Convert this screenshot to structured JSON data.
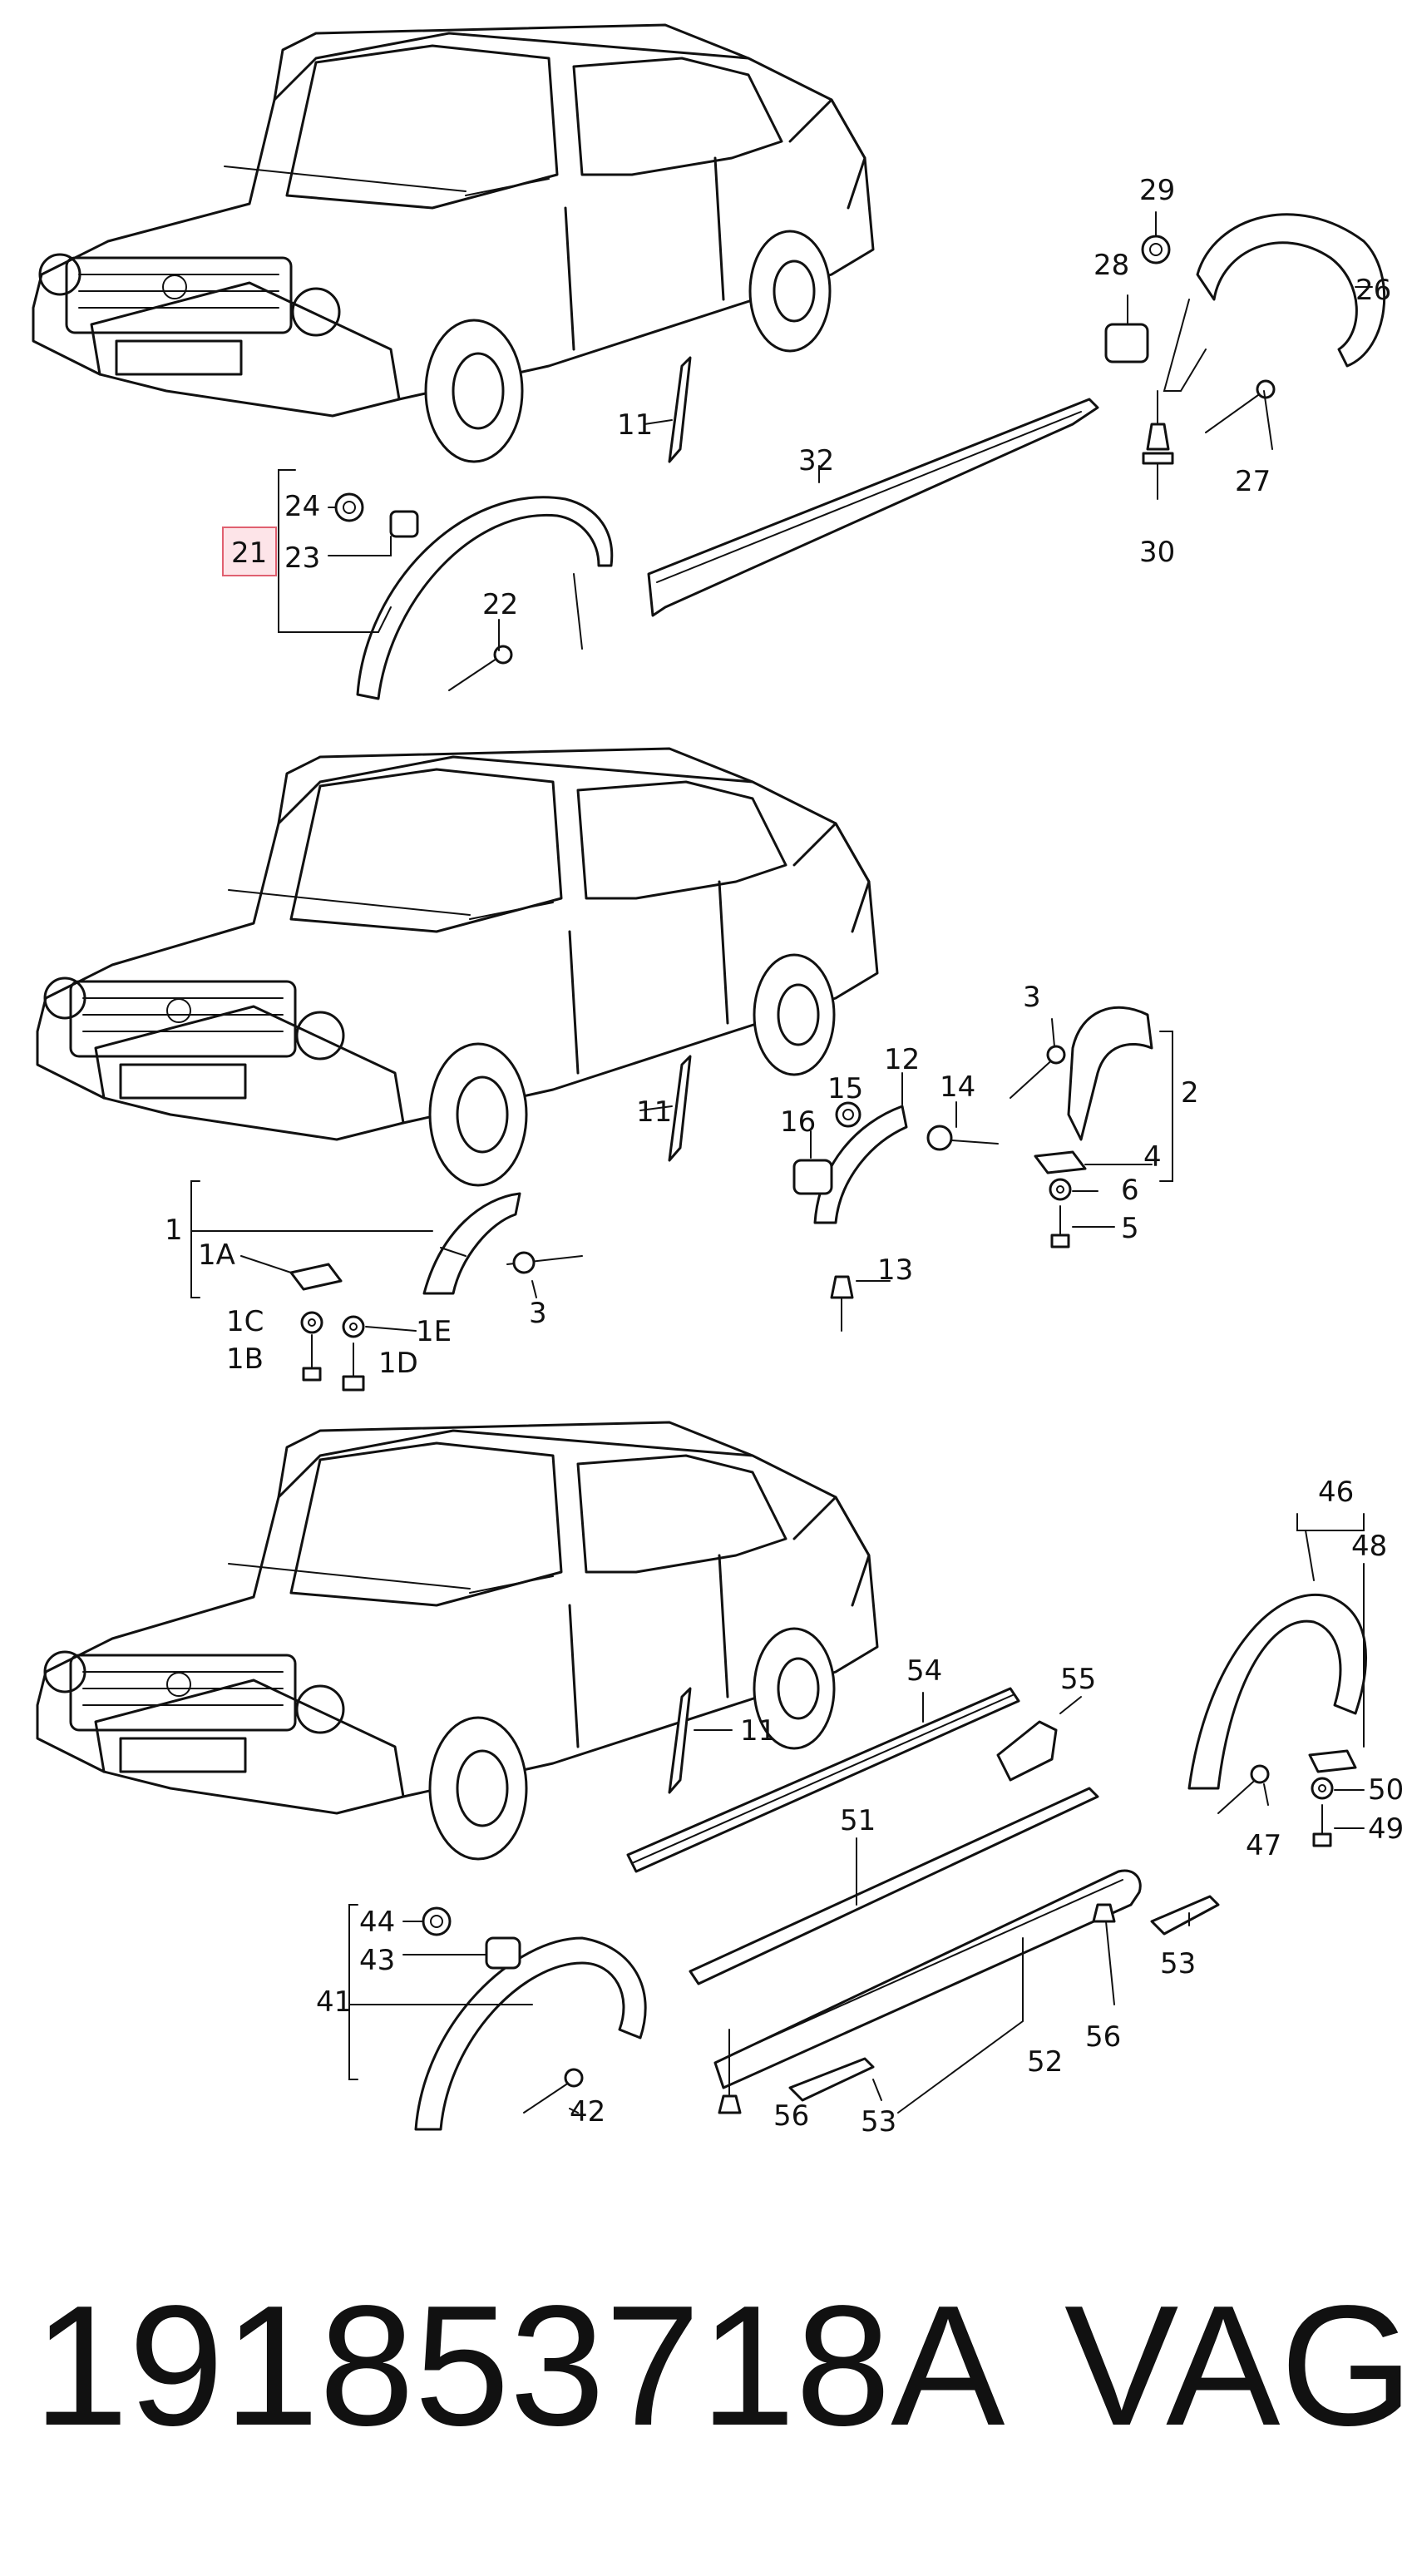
{
  "callouts": {
    "c29": "29",
    "c28": "28",
    "c26": "26",
    "c27": "27",
    "c30": "30",
    "c11a": "11",
    "c32": "32",
    "c24": "24",
    "c23": "23",
    "c21": "21",
    "c22": "22",
    "c3a": "3",
    "c2": "2",
    "c4": "4",
    "c6": "6",
    "c5": "5",
    "c12": "12",
    "c14": "14",
    "c15": "15",
    "c16": "16",
    "c13": "13",
    "c11b": "11",
    "c1": "1",
    "c1A": "1A",
    "c1C": "1C",
    "c1B": "1B",
    "c1E": "1E",
    "c1D": "1D",
    "c3b": "3",
    "c46": "46",
    "c48": "48",
    "c50": "50",
    "c49": "49",
    "c47": "47",
    "c54": "54",
    "c55": "55",
    "c11c": "11",
    "c51": "51",
    "c53a": "53",
    "c53b": "53",
    "c52": "52",
    "c56a": "56",
    "c56b": "56",
    "c44": "44",
    "c43": "43",
    "c41": "41",
    "c42": "42"
  },
  "part_number": "191853718A",
  "brand": "VAG",
  "colors": {
    "highlight_border": "#e06070",
    "highlight_fill": "#fde4e8",
    "line": "#111111"
  }
}
